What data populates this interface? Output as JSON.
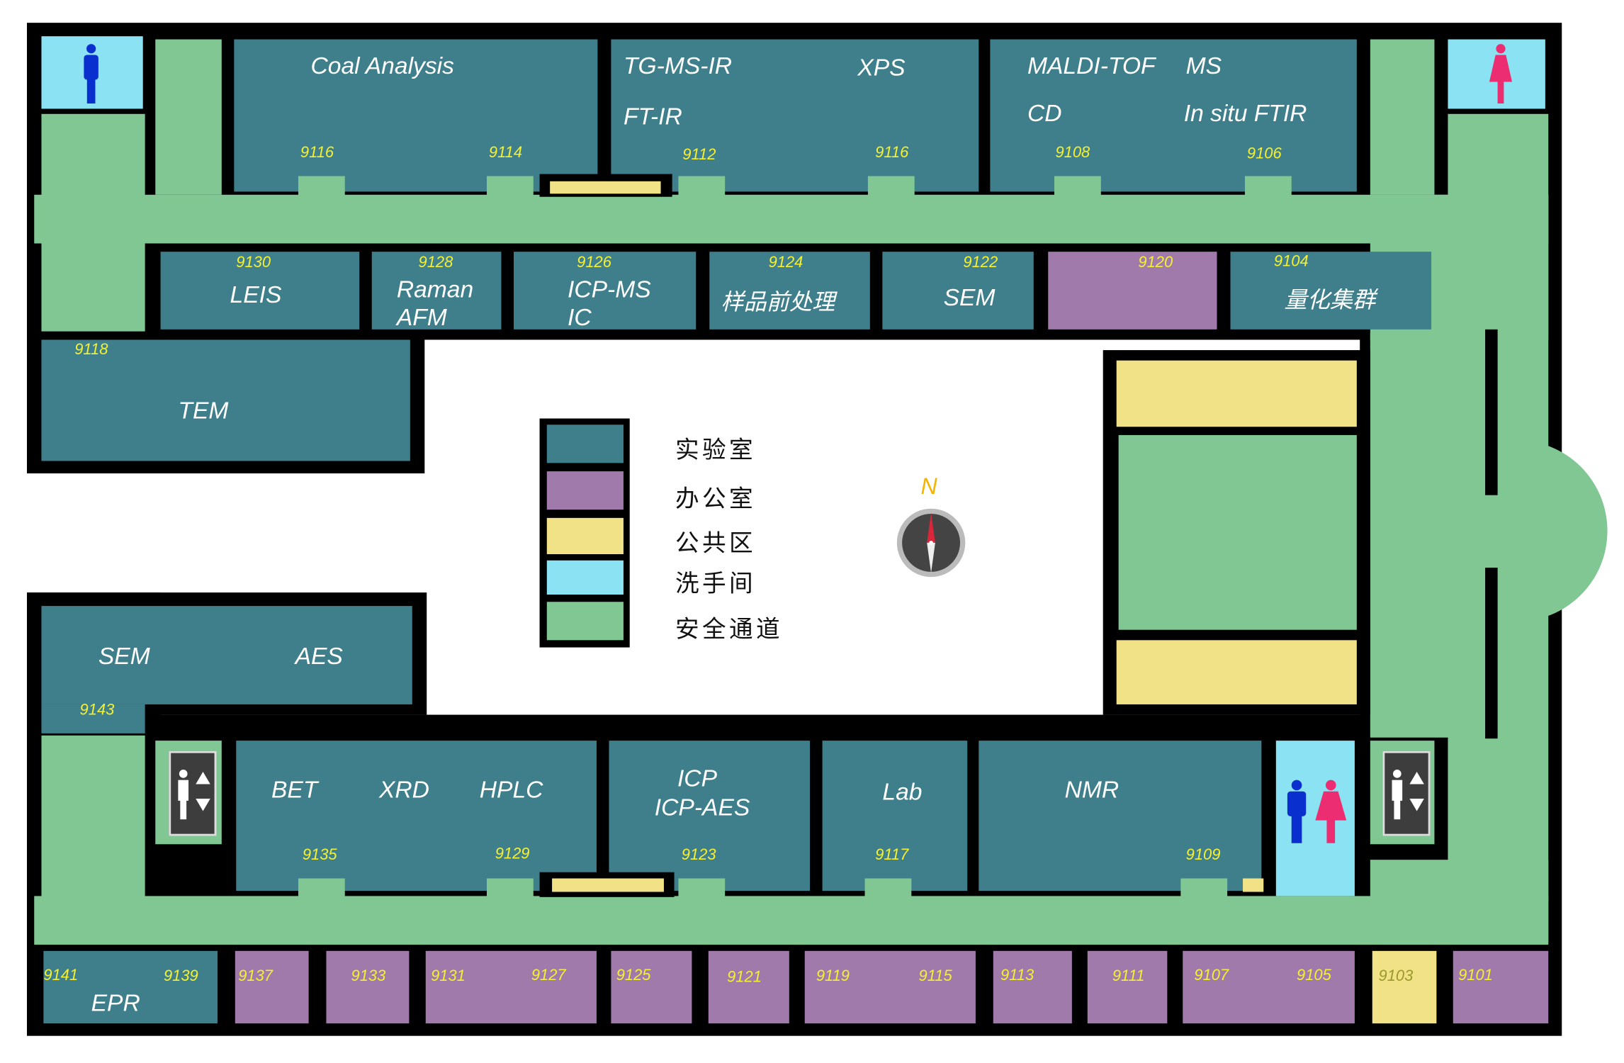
{
  "rooms_top": {
    "coal": "Coal Analysis",
    "tgmsir": "TG-MS-IR",
    "xps": "XPS",
    "ftir": "FT-IR",
    "maldi": "MALDI-TOF",
    "ms": "MS",
    "cd": "CD",
    "insitu": "In situ FTIR",
    "n1": "9116",
    "n2": "9114",
    "n3": "9112",
    "n4": "9116",
    "n5": "9108",
    "n6": "9106"
  },
  "rooms_row2": {
    "leis": "LEIS",
    "raman": "Raman",
    "afm": "AFM",
    "icpms": "ICP-MS",
    "ic": "IC",
    "prep": "样品前处理",
    "sem": "SEM",
    "quant": "量化集群",
    "n9130": "9130",
    "n9128": "9128",
    "n9126": "9126",
    "n9124": "9124",
    "n9122": "9122",
    "n9120": "9120",
    "n9104": "9104"
  },
  "rooms_left": {
    "tem": "TEM",
    "n9118": "9118",
    "sem": "SEM",
    "aes": "AES",
    "n9143": "9143"
  },
  "rooms_row3": {
    "bet": "BET",
    "xrd": "XRD",
    "hplc": "HPLC",
    "icp": "ICP",
    "icpaes": "ICP-AES",
    "lab": "Lab",
    "nmr": "NMR",
    "n9135": "9135",
    "n9129": "9129",
    "n9123": "9123",
    "n9117": "9117",
    "n9109": "9109"
  },
  "rooms_bottom": {
    "epr": "EPR",
    "numbers": [
      "9141",
      "9139",
      "9137",
      "9133",
      "9131",
      "9127",
      "9125",
      "9121",
      "9119",
      "9115",
      "9113",
      "9111",
      "9107",
      "9105",
      "9103",
      "9101"
    ]
  },
  "legend": {
    "lab": "实验室",
    "office": "办公室",
    "public": "公共区",
    "restroom": "洗手间",
    "exit": "安全通道"
  },
  "compass": {
    "north": "N"
  },
  "colors": {
    "lab": "#3e7f8b",
    "office": "#9f7aab",
    "public": "#f1e287",
    "restroom": "#8ae2f2",
    "corridor": "#80c793"
  }
}
